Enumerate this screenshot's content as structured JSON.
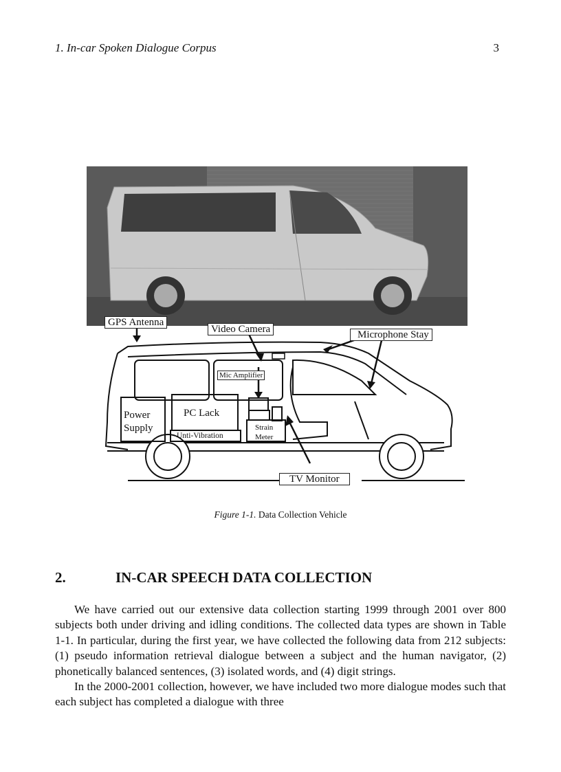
{
  "running_head": {
    "title": "1. In-car Spoken Dialogue Corpus",
    "page_number": "3"
  },
  "figure": {
    "labels": {
      "gps_antenna": "GPS Antenna",
      "video_camera": "Video Camera",
      "microphone_stay": "Microphone Stay",
      "mic_amplifier": "Mic Amplifier",
      "power_supply_1": "Power",
      "power_supply_2": "Supply",
      "pc_lack": "PC Lack",
      "unti_vibration": "Unti-Vibration",
      "strain_meter_1": "Strain",
      "strain_meter_2": "Meter",
      "tv_monitor": "TV Monitor"
    },
    "caption_number": "Figure 1-1.",
    "caption_text": "Data Collection Vehicle"
  },
  "section": {
    "number": "2.",
    "title": "IN-CAR SPEECH DATA COLLECTION"
  },
  "paragraphs": [
    "We have carried out our extensive data collection starting 1999 through 2001 over 800 subjects both under driving and idling conditions. The collected data types are shown in Table 1-1. In particular, during the first year, we have collected the following data from 212 subjects: (1) pseudo information retrieval dialogue between a subject and the human navigator, (2) phonetically balanced sentences, (3) isolated words, and (4) digit strings.",
    "In the 2000-2001 collection, however, we have included two more dialogue modes such that each subject has completed a dialogue with three"
  ]
}
